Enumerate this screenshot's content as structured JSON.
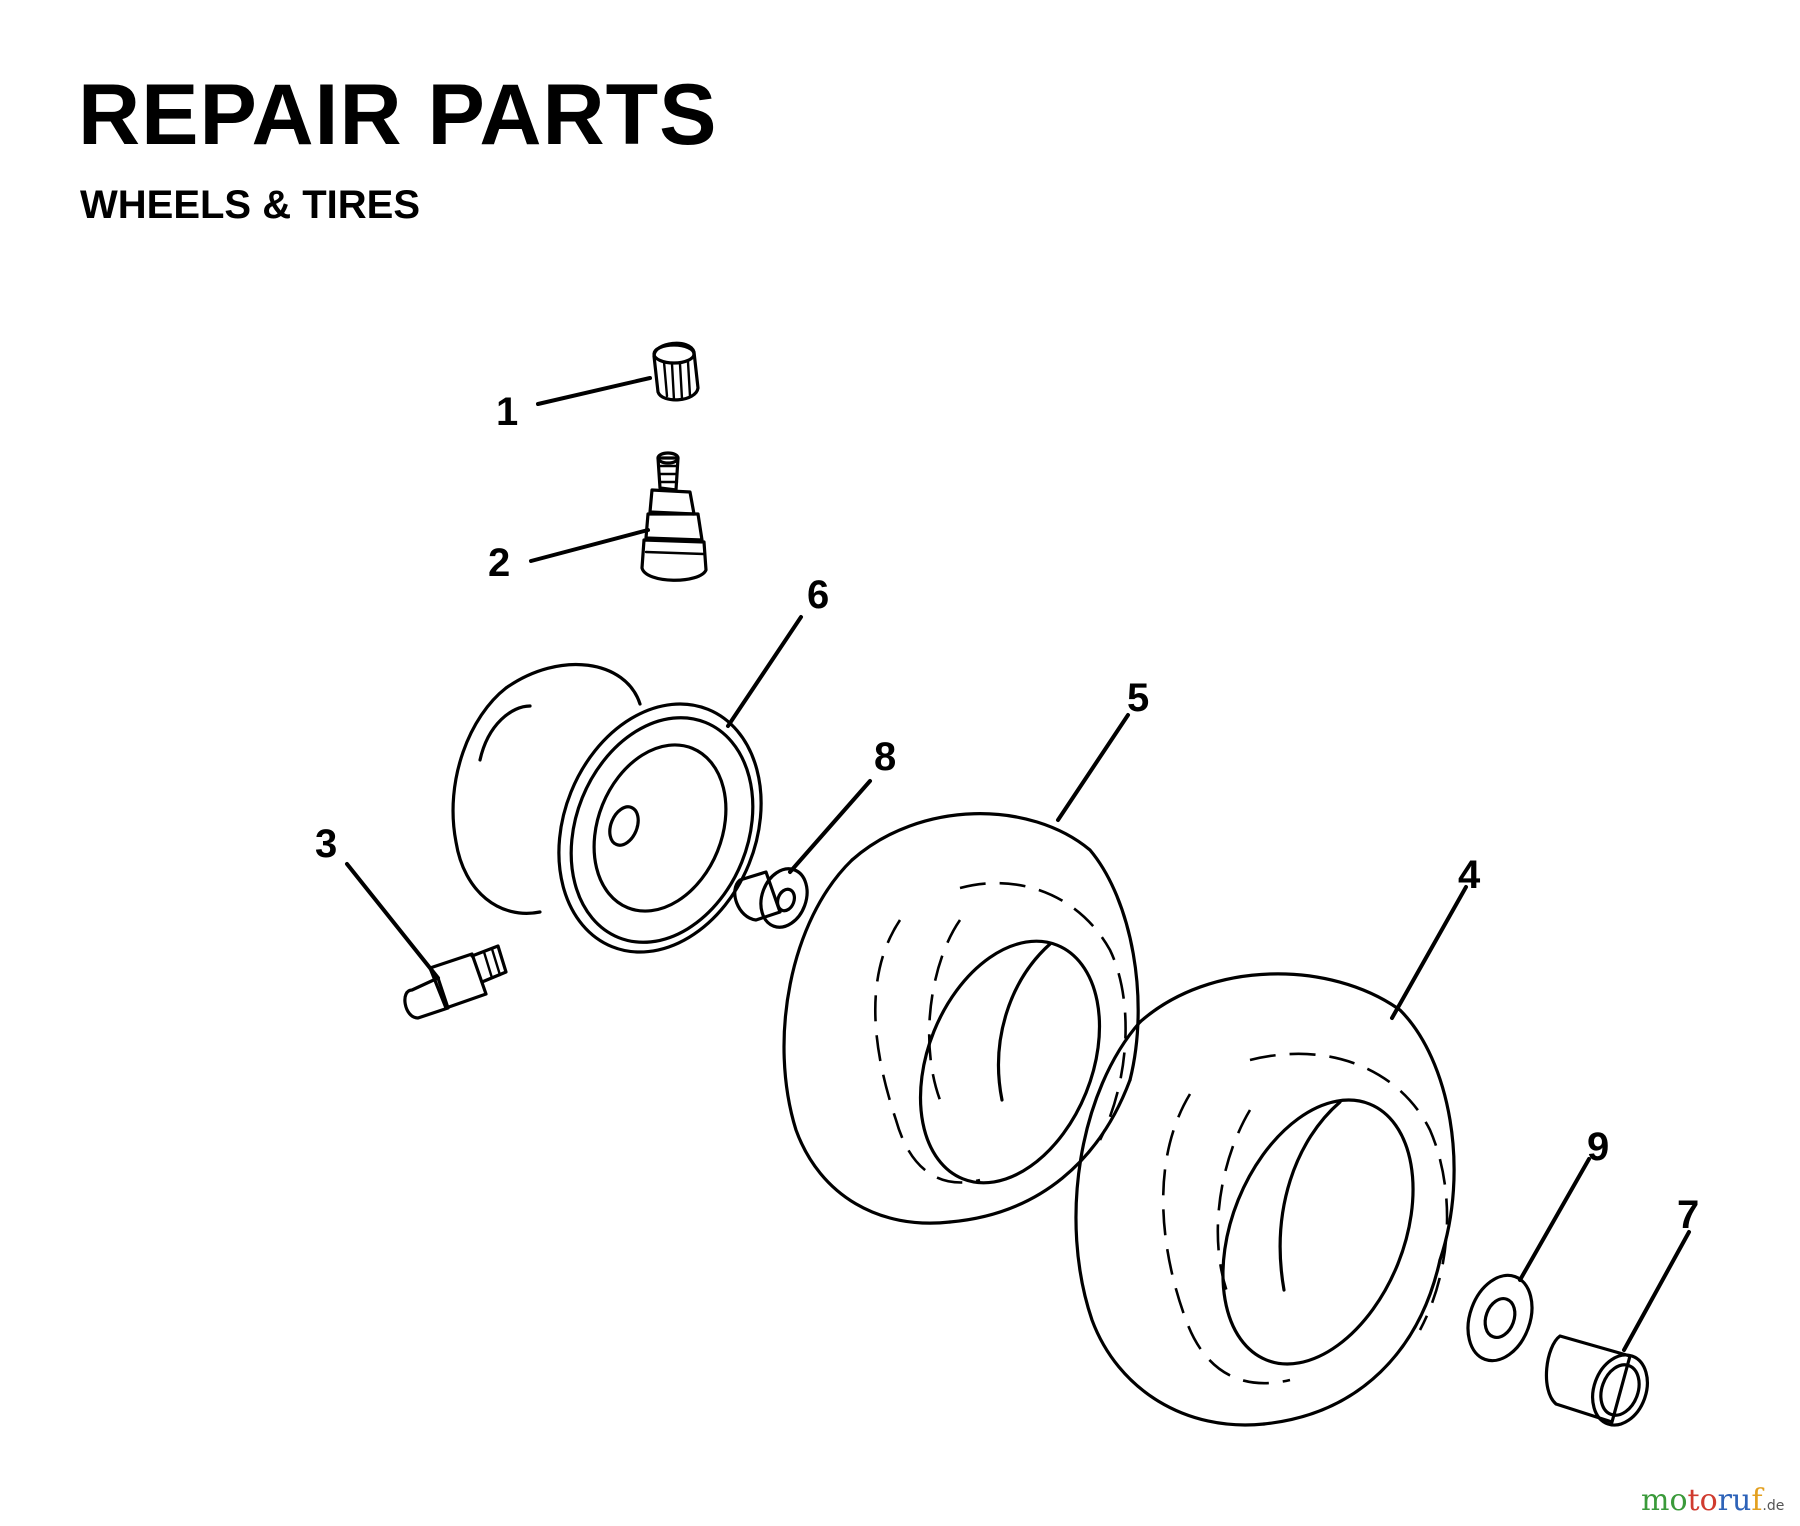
{
  "header": {
    "title": "REPAIR PARTS",
    "subtitle": "WHEELS & TIRES"
  },
  "callouts": [
    {
      "num": "1",
      "part": "valve-cap"
    },
    {
      "num": "2",
      "part": "valve-stem"
    },
    {
      "num": "3",
      "part": "grease-fitting"
    },
    {
      "num": "4",
      "part": "tire"
    },
    {
      "num": "5",
      "part": "tire"
    },
    {
      "num": "6",
      "part": "rim"
    },
    {
      "num": "7",
      "part": "bushing"
    },
    {
      "num": "8",
      "part": "bearing"
    },
    {
      "num": "9",
      "part": "washer"
    }
  ],
  "watermark": {
    "text": "motoruf",
    "suffix": ".de",
    "colors": [
      "#3a9a3a",
      "#d03b2f",
      "#2e63b8",
      "#e3a020"
    ]
  }
}
